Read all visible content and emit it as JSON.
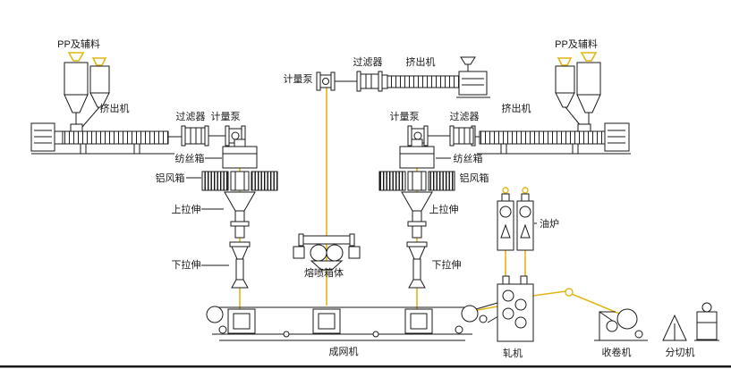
{
  "colors": {
    "flow": "#e2b616",
    "line": "#1a1a1a",
    "bg": "#ffffff"
  },
  "labels": {
    "left": {
      "materials": "PP及辅料",
      "extruder": "挤出机",
      "filter": "过滤器",
      "pump": "计量泵",
      "spin_box": "纺丝箱",
      "air_box": "铝风箱",
      "upper_draw": "上拉伸",
      "lower_draw": "下拉伸"
    },
    "middle": {
      "pump": "计量泵",
      "filter": "过滤器",
      "extruder": "挤出机",
      "meltblown_box": "熔喷箱体"
    },
    "right": {
      "materials": "PP及辅料",
      "extruder": "挤出机",
      "filter": "过滤器",
      "pump": "计量泵",
      "spin_box": "纺丝箱",
      "air_box": "铝风箱",
      "upper_draw": "上拉伸",
      "lower_draw": "下拉伸"
    },
    "bottom": {
      "forming_machine": "成网机",
      "calender": "轧机",
      "oil_furnace": "油炉",
      "winder": "收卷机",
      "slitter": "分切机"
    }
  }
}
